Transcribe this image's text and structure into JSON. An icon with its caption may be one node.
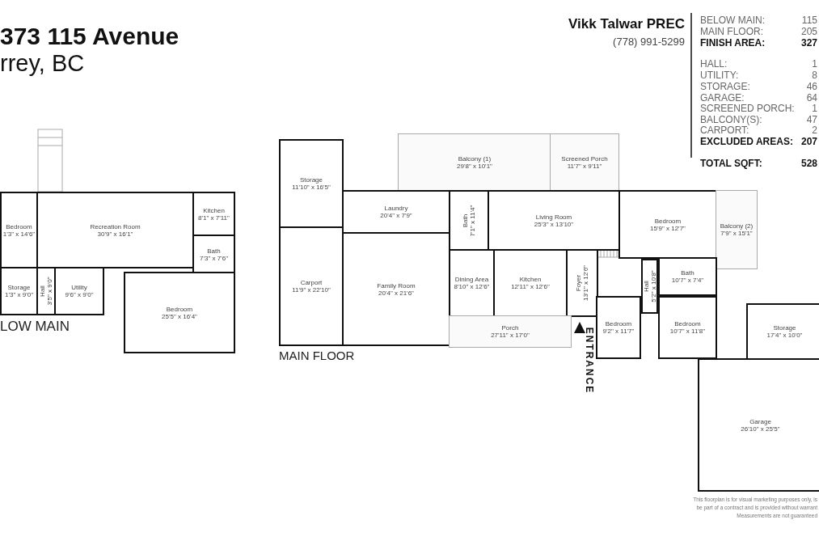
{
  "diagram": {
    "title": "373 115 Avenue",
    "nodes": [
      {
        "text": [
          "Bedroom",
          "1'3\" x 14'6\""
        ]
      },
      {
        "text": [
          "Recreation Room",
          "30'9\" x 16'1\""
        ]
      },
      {
        "text": [
          "Kitchen",
          "8'1\" x 7'11\""
        ]
      },
      {
        "text": [
          "Bath",
          "7'3\" x 7'6\""
        ]
      },
      {
        "text": [
          "Storage",
          "1'3\" x 9'0\""
        ]
      },
      {
        "text": [
          "Hall",
          "3'5\" x 9'0\""
        ]
      },
      {
        "text": [
          "Utility",
          "9'6\" x 9'0\""
        ]
      },
      {
        "text": [
          "Bedroom",
          "25'5\" x 16'4\""
        ]
      },
      {
        "text": [
          "Storage",
          "11'10\" x 16'5\""
        ]
      },
      {
        "text": [
          "Balcony (1)",
          "29'8\" x 10'1\""
        ]
      },
      {
        "text": [
          "Screened Porch",
          "11'7\" x 9'11\""
        ]
      },
      {
        "text": [
          "Laundry",
          "20'4\" x 7'9\""
        ]
      },
      {
        "text": [
          "Bath",
          "7'1\" x 11'4\""
        ]
      },
      {
        "text": [
          "Living Room",
          "25'3\" x 13'10\""
        ]
      },
      {
        "text": [
          "Bedroom",
          "15'9\" x 12'7\""
        ]
      },
      {
        "text": [
          "Balcony (2)",
          "7'9\" x 15'1\""
        ]
      },
      {
        "text": [
          "Carport",
          "11'9\" x 22'10\""
        ]
      },
      {
        "text": [
          "Family Room",
          "20'4\" x 21'6\""
        ]
      },
      {
        "text": [
          "Dining Area",
          "8'10\" x 12'6\""
        ]
      },
      {
        "text": [
          "Kitchen",
          "12'11\" x 12'6\""
        ]
      },
      {
        "text": [
          "Foyer",
          "13'1\" x 12'6\""
        ]
      },
      {
        "text": [
          "Hall",
          "5'2\" x 10'8\""
        ]
      },
      {
        "text": [
          "Bath",
          "10'7\" x 7'4\""
        ]
      },
      {
        "text": [
          "Porch",
          "27'11\" x 17'0\""
        ]
      },
      {
        "text": [
          "Bedroom",
          "9'2\" x 11'7\""
        ]
      },
      {
        "text": [
          "Bedroom",
          "10'7\" x 11'8\""
        ]
      },
      {
        "text": [
          "Storage",
          "17'4\" x 10'0\""
        ]
      },
      {
        "text": [
          "Garage",
          "26'10\" x 25'5\""
        ]
      }
    ],
    "labels": [
      "rrey, BC",
      "Vikk Talwar PREC",
      "(778) 991-5299",
      "BELOW MAIN:",
      "115",
      "MAIN FLOOR:",
      "205",
      "FINISH AREA:",
      "327",
      "HALL:",
      "1",
      "UTILITY:",
      "8",
      "STORAGE:",
      "46",
      "GARAGE:",
      "64",
      "SCREENED PORCH:",
      "1",
      "BALCONY(S):",
      "47",
      "CARPORT:",
      "2",
      "EXCLUDED AREAS:",
      "207",
      "TOTAL SQFT:",
      "528",
      "LOW MAIN",
      "MAIN FLOOR",
      "ENTRANCE",
      "This floorplan is for visual marketing purposes only, is",
      "be part of a contract and is provided without warrant",
      "Measurements are not guaranteed"
    ]
  }
}
